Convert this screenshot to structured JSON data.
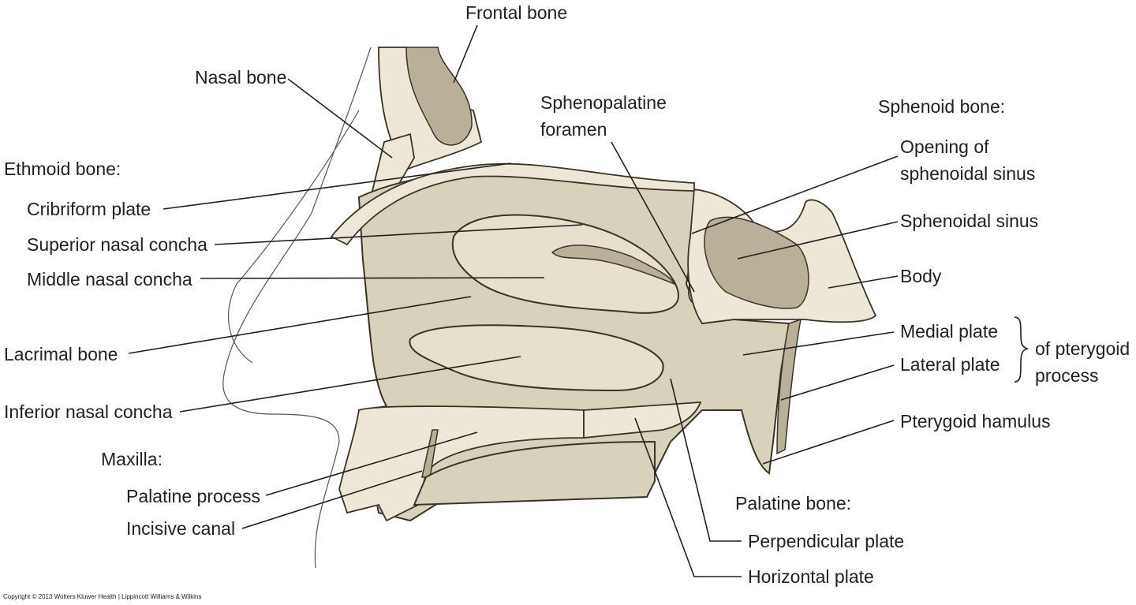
{
  "labels": {
    "frontal_bone": "Frontal bone",
    "nasal_bone": "Nasal bone",
    "ethmoid_bone": "Ethmoid bone:",
    "cribriform_plate": "Cribriform plate",
    "superior_nasal_concha": "Superior nasal concha",
    "middle_nasal_concha": "Middle nasal concha",
    "lacrimal_bone": "Lacrimal bone",
    "inferior_nasal_concha": "Inferior nasal concha",
    "maxilla": "Maxilla:",
    "palatine_process": "Palatine process",
    "incisive_canal": "Incisive canal",
    "sphenopalatine_foramen_1": "Sphenopalatine",
    "sphenopalatine_foramen_2": "foramen",
    "sphenoid_bone": "Sphenoid bone:",
    "opening_sphenoidal_sinus_1": "Opening of",
    "opening_sphenoidal_sinus_2": "sphenoidal sinus",
    "sphenoidal_sinus": "Sphenoidal sinus",
    "body": "Body",
    "medial_plate": "Medial plate",
    "lateral_plate": "Lateral plate",
    "pterygoid_process_1": "of pterygoid",
    "pterygoid_process_2": "process",
    "pterygoid_hamulus": "Pterygoid hamulus",
    "palatine_bone": "Palatine bone:",
    "perpendicular_plate": "Perpendicular plate",
    "horizontal_plate": "Horizontal plate"
  },
  "copyright": "Copyright © 2013 Wolters Kluwer Health | Lippincott Williams & Wilkins"
}
